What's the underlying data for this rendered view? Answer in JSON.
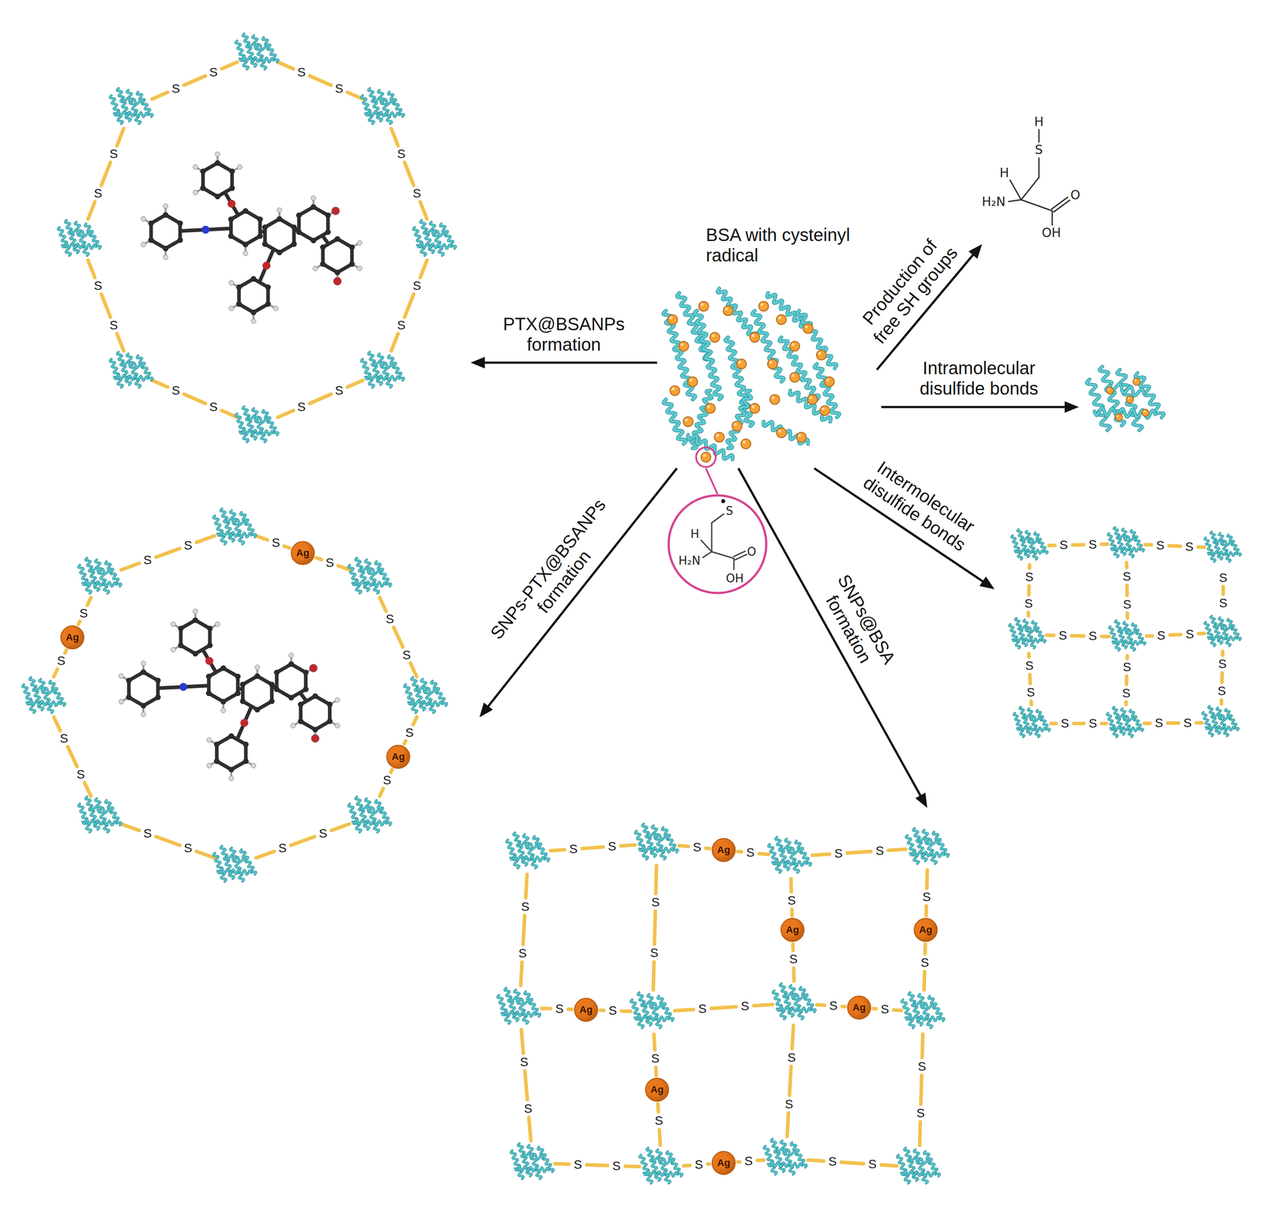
{
  "diagram": {
    "nodes": [
      {
        "text": [
          "S",
          "S",
          "S",
          "S",
          "S",
          "S",
          "S",
          "S",
          "S",
          "S",
          "S",
          "S",
          "S",
          "S",
          "S",
          "S"
        ]
      },
      {
        "text": [
          "BSA with cysteinyl radical"
        ]
      },
      {
        "text": [
          "H",
          "S",
          "H",
          "H₂N",
          "O",
          "OH"
        ]
      },
      {
        "text": [
          "S",
          "S",
          "S",
          "S",
          "S",
          "S",
          "S",
          "S",
          "S",
          "S",
          "S",
          "S",
          "S",
          "S",
          "S",
          "S"
        ]
      },
      {
        "text": [
          "Ag"
        ],
        "in": 3
      },
      {
        "text": [
          "Ag"
        ],
        "in": 3
      },
      {
        "text": [
          "Ag"
        ],
        "in": 3
      },
      {
        "text": [
          "S",
          "H",
          "H₂N",
          "O",
          "OH"
        ]
      },
      {
        "text": [
          "S",
          "S",
          "S",
          "S",
          "S",
          "S",
          "S",
          "S",
          "S",
          "S",
          "S",
          "S",
          "S",
          "S",
          "S",
          "S",
          "S",
          "S",
          "S",
          "S",
          "S",
          "S",
          "S",
          "S"
        ]
      },
      {
        "text": [
          "S",
          "S",
          "S",
          "S",
          "S",
          "S",
          "S",
          "S",
          "S",
          "S",
          "S",
          "S",
          "S",
          "S",
          "S",
          "S",
          "S",
          "S",
          "S",
          "S",
          "S",
          "S",
          "S",
          "S",
          "S",
          "S",
          "S",
          "S",
          "S",
          "S",
          "S",
          "S",
          "S",
          "S"
        ]
      },
      {
        "text": [
          "Ag"
        ],
        "in": 9
      },
      {
        "text": [
          "Ag"
        ],
        "in": 9
      },
      {
        "text": [
          "Ag"
        ],
        "in": 9
      },
      {
        "text": [
          "Ag"
        ],
        "in": 9
      },
      {
        "text": [
          "Ag"
        ],
        "in": 9
      },
      {
        "text": [
          "Ag"
        ],
        "in": 9
      },
      {
        "text": [
          "Ag"
        ],
        "in": 9
      }
    ],
    "edges": [
      {
        "from": 1,
        "to": 0,
        "label": "PTX@BSANPs formation",
        "arrow": "to"
      },
      {
        "from": 1,
        "to": 2,
        "label": "Production of free SH groups",
        "arrow": "to"
      },
      {
        "from": 1,
        "to": 3,
        "label": "SNPs-PTX@BSANPs formation",
        "arrow": "to"
      },
      {
        "from": 1,
        "to": 7,
        "arrow": "none"
      },
      {
        "from": 1,
        "to": 9,
        "label": "SNPs@BSA formation",
        "arrow": "to"
      },
      {
        "from": 1,
        "to": 8,
        "label": "Intermolecular disulfide bonds",
        "arrow": "to"
      }
    ],
    "labels": [
      "Intramolecular disulfide bonds"
    ]
  }
}
